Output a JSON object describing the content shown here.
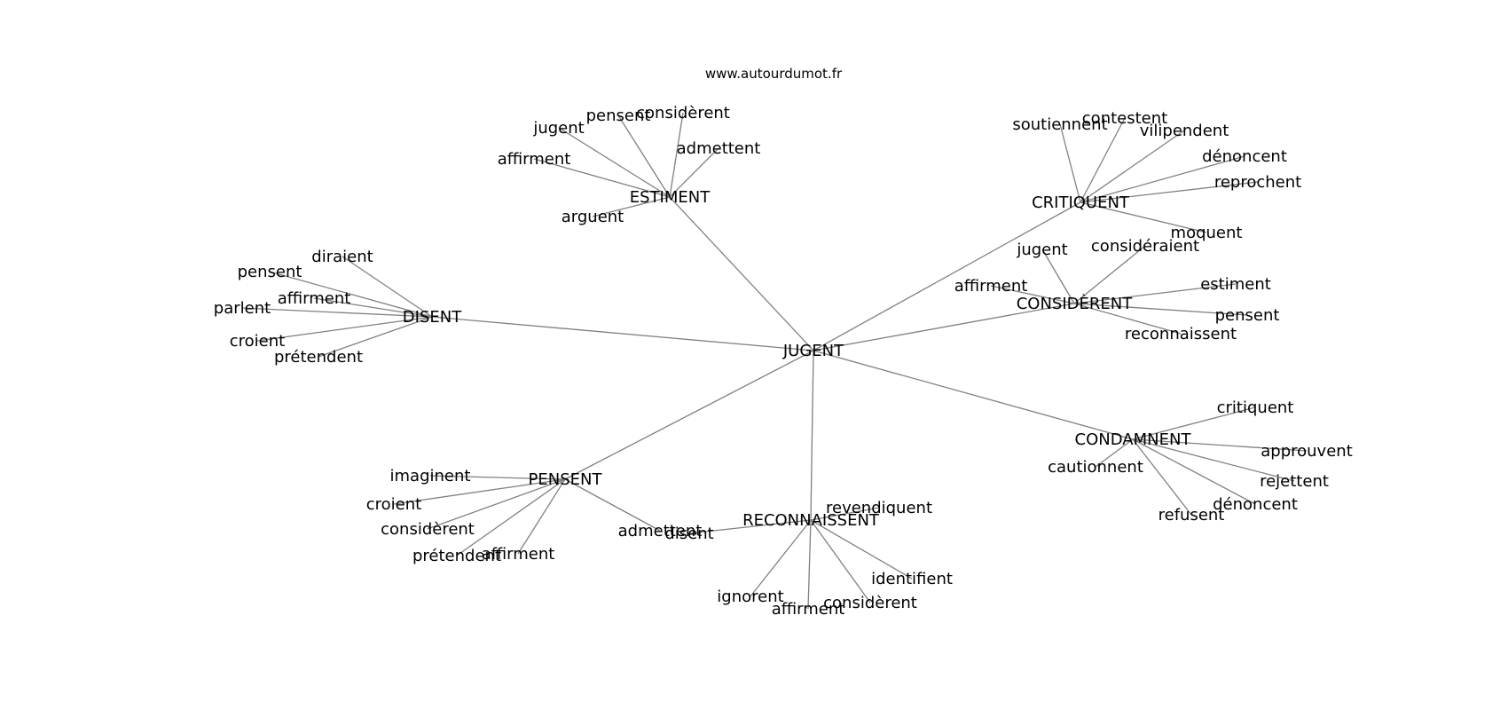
{
  "source_label": "www.autourdumot.fr",
  "root": "JUGENT",
  "hubs": [
    {
      "id": "estiment",
      "label": "ESTIMENT",
      "leaves": [
        "pensent",
        "considèrent",
        "jugent",
        "admettent",
        "affirment",
        "arguent"
      ]
    },
    {
      "id": "critiquent",
      "label": "CRITIQUENT",
      "leaves": [
        "soutiennent",
        "contestent",
        "vilipendent",
        "dénoncent",
        "reprochent",
        "moquent"
      ]
    },
    {
      "id": "disent",
      "label": "DISENT",
      "leaves": [
        "diraient",
        "pensent",
        "affirment",
        "parlent",
        "croient",
        "prétendent"
      ]
    },
    {
      "id": "considerent",
      "label": "CONSIDÈRENT",
      "leaves": [
        "jugent",
        "considéraient",
        "affirment",
        "estiment",
        "pensent",
        "reconnaissent"
      ]
    },
    {
      "id": "condamnent",
      "label": "CONDAMNENT",
      "leaves": [
        "critiquent",
        "approuvent",
        "cautionnent",
        "rejettent",
        "dénoncent",
        "refusent"
      ]
    },
    {
      "id": "pensent",
      "label": "PENSENT",
      "leaves": [
        "imaginent",
        "croient",
        "considèrent",
        "prétendent",
        "affirment",
        "admettent"
      ]
    },
    {
      "id": "reconnaissent",
      "label": "RECONNAISSENT",
      "leaves": [
        "revendiquent",
        "disent",
        "identifient",
        "ignorent",
        "considèrent",
        "affirment"
      ]
    }
  ]
}
